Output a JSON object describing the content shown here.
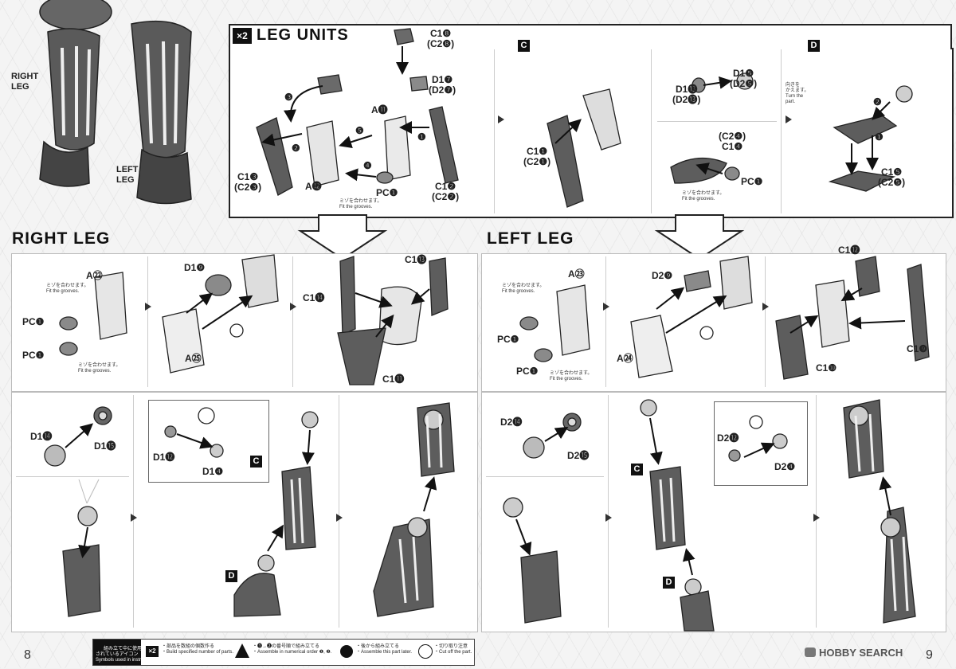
{
  "top_frame": {
    "badge": "×2",
    "title": "LEG UNITS"
  },
  "side_labels": {
    "right_leg": "RIGHT\nLEG",
    "left_leg": "LEFT\nLEG"
  },
  "section_titles": {
    "right": "RIGHT LEG",
    "left": "LEFT LEG"
  },
  "groove_note": {
    "ja": "ミゾを合わせます。",
    "en": "Fit the grooves."
  },
  "turn_note": {
    "ja": "向きを\nかえます。",
    "en": "Turn the\npart."
  },
  "step_letters": {
    "c": "C",
    "d": "D"
  },
  "parts_top": {
    "c1_8": "C1❽\n(C2❽)",
    "d1_7": "D1❼\n(D2❼)",
    "a11": "A⓫",
    "a12": "A⓬",
    "pc1": "PC❶",
    "c1_3": "C1❸\n(C2❸)",
    "c1_2": "C1❷\n(C2❷)",
    "c1_1": "C1❶\n(C2❶)",
    "d1_13": "D1⓭\n(D2⓭)",
    "d1_5": "D1❺\n(D2❺)",
    "c2_4": "(C2❹)\nC1❹",
    "pc1b": "PC❶",
    "c1_5": "C1❺\n(C2❺)"
  },
  "parts_right": {
    "a22": "A㉒",
    "pc1a": "PC❶",
    "pc1b": "PC❶",
    "d1_9": "D1❾",
    "a25": "A㉕",
    "c1_14": "C1⓮",
    "c1_13": "C1⓭",
    "c1_11": "C1⓫",
    "d1_14": "D1⓮",
    "d1_15": "D1⓯",
    "d1_12": "D1⓬",
    "d1_4": "D1❹"
  },
  "parts_left": {
    "a23": "A㉓",
    "pc1a": "PC❶",
    "pc1b": "PC❶",
    "d2_9": "D2❾",
    "a24": "A㉔",
    "c1_12": "C1⓬",
    "c1_9": "C1❾",
    "c1_10": "C1❿",
    "d2_14": "D2⓮",
    "d2_15": "D2⓯",
    "d2_12": "D2⓬",
    "d2_4": "D2❹"
  },
  "step_numbers": [
    "❶",
    "❷",
    "❸",
    "❹",
    "❺"
  ],
  "footer": {
    "page_left": "8",
    "page_right": "9",
    "symbols_ja": "組み立て中に使用\nされているアイコン",
    "symbols_en": "Symbols used in instructions",
    "build_ja": "・部品を数組の個数作る",
    "build_en": "・Build specified number of parts.",
    "order_ja": "・❶→❷の番号順で組み立てる",
    "order_en": "・Assemble in numerical order ❶, ❷.",
    "later_ja": "・後から組み立てる",
    "later_en": "・Assemble this part later.",
    "cut_ja": "・切り取り注意",
    "cut_en": "・Cut off the part.",
    "watermark": "HOBBY SEARCH"
  },
  "colors": {
    "ink": "#222222",
    "panel": "#ffffff",
    "background": "#f4f4f4",
    "part_dark": "#6a6a6a",
    "part_mid": "#9a9a9a",
    "part_light": "#d8d8d8"
  }
}
